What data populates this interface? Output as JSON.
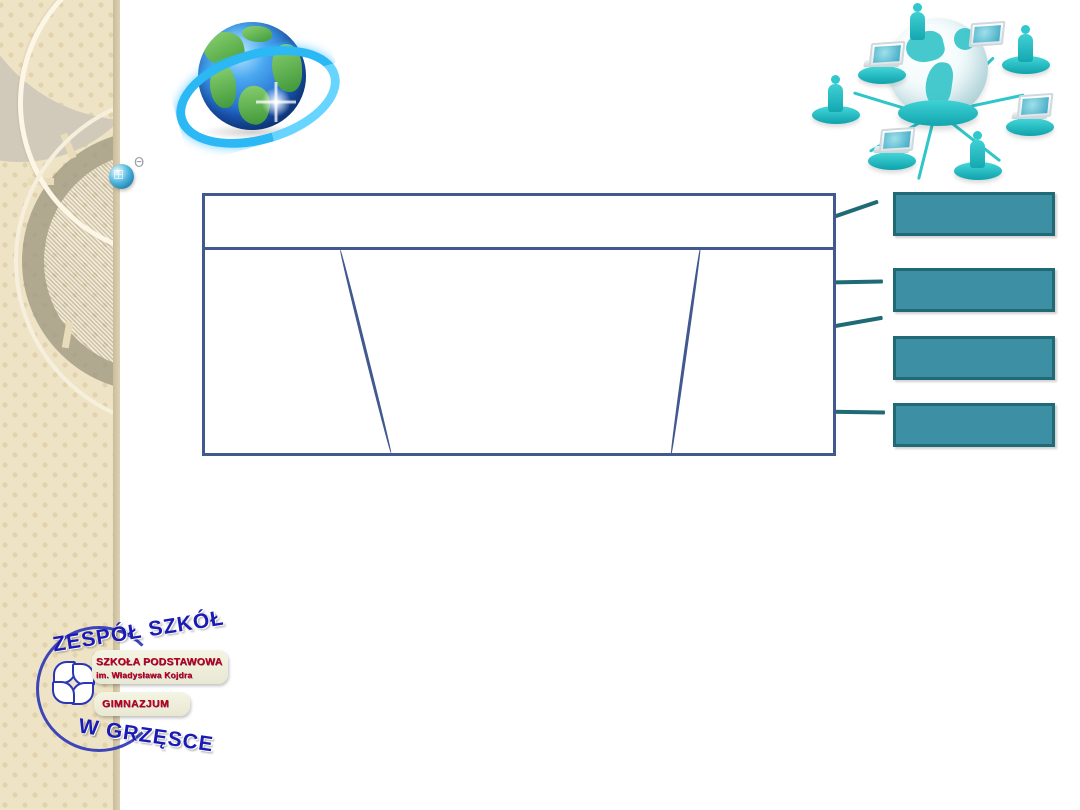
{
  "slide": {
    "title": "",
    "background_color": "#ffffff",
    "accent_color": "#3d90a3",
    "table_border_color": "#41598f",
    "leader_line_color": "#1f6a75",
    "sidebar_color": "#eee3c5"
  },
  "sidebar": {
    "decoration_name": "beige-patterned-border-with-rings",
    "globe_bullet_icon": "globe-bullet-icon",
    "anchor_glyph": "Θ"
  },
  "images": {
    "globe_main": {
      "name": "globe-world-icon",
      "alt": "Blue and green globe with cyan orbit ring"
    },
    "network": {
      "name": "global-network-illustration",
      "alt": "White globe connected by teal lines to figures and laptops"
    }
  },
  "table": {
    "name": "content-table",
    "header_row": [
      ""
    ],
    "columns": [
      "",
      "",
      ""
    ],
    "rows": [
      [
        "",
        "",
        ""
      ]
    ]
  },
  "callouts": [
    {
      "name": "callout-box-1",
      "label": ""
    },
    {
      "name": "callout-box-2",
      "label": ""
    },
    {
      "name": "callout-box-3",
      "label": ""
    },
    {
      "name": "callout-box-4",
      "label": ""
    }
  ],
  "logo": {
    "name": "school-logo",
    "arc_top": "ZESPÓŁ SZKÓŁ",
    "arc_bottom": "W GRZĘSCE",
    "school_line": "SZKOŁA PODSTAWOWA",
    "patron_line": "im. Władysława Kojdra",
    "gimnazjum_line": "GIMNAZJUM"
  }
}
